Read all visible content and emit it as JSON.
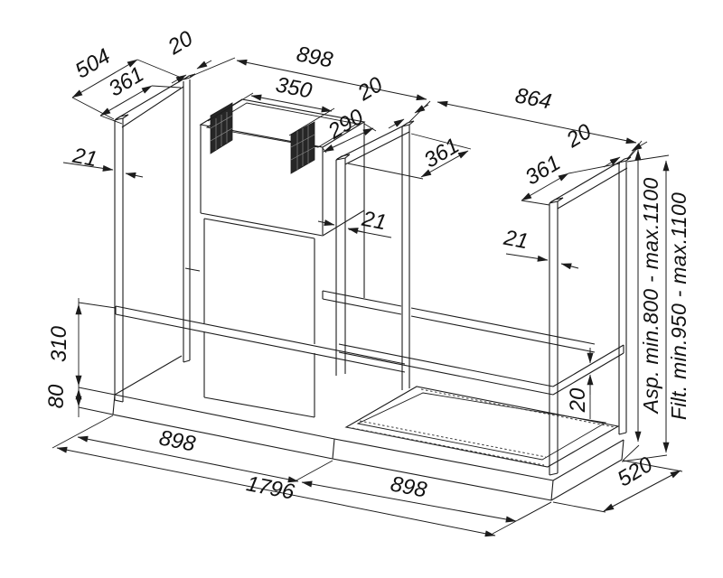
{
  "drawing": {
    "type": "technical-dimension-drawing",
    "subject": "kitchen island hood mounting frames - isometric view",
    "units": "mm",
    "dimensions": {
      "left_frame_depth": "504",
      "left_frame_inner": "361",
      "left_top_gap": "20",
      "top_left_section_width": "898",
      "chimney_top_width": "350",
      "mid_top_gap": "20",
      "chimney_top_depth": "290",
      "top_right_section_width": "864",
      "mid_frame_inner": "361",
      "right_top_gap": "20",
      "right_frame_inner": "361",
      "left_post_thickness": "21",
      "mid_post_thickness": "21",
      "right_post_thickness": "21",
      "shelf_to_plinth": "310",
      "plinth_height": "80",
      "bottom_left_width": "898",
      "bottom_total_width": "1796",
      "bottom_right_width": "898",
      "base_depth": "520",
      "shelf_edge_thickness": "20",
      "aspiration_height_range": "Asp. min.800 - max.1100",
      "filtering_height_range": "Filt. min.950 - max.1100"
    }
  }
}
